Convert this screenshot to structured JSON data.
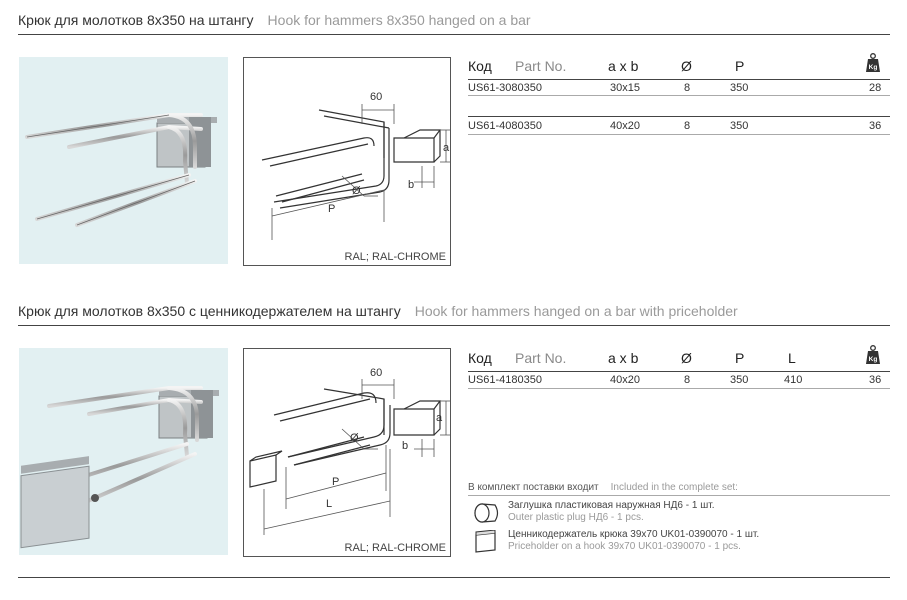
{
  "section1": {
    "title_ru": "Крюк для молотков 8х350 на штангу",
    "title_en": "Hook for hammers 8x350 hanged on a bar",
    "drawing": {
      "dim_top": "60",
      "dim_a": "a",
      "dim_b": "b",
      "dim_diam": "Ø",
      "dim_p": "P",
      "ral": "RAL; RAL-CHROME"
    },
    "table": {
      "headers": {
        "kod": "Код",
        "part": "Part No.",
        "axb": "a x b",
        "diam": "Ø",
        "p": "P",
        "weight_icon": "kg-weight-icon",
        "weight_label": "Kg"
      },
      "rows": [
        {
          "code": "US61-3080350",
          "axb": "30x15",
          "diam": "8",
          "p": "350",
          "qty": "28"
        },
        {
          "code": "US61-4080350",
          "axb": "40x20",
          "diam": "8",
          "p": "350",
          "qty": "36"
        }
      ]
    }
  },
  "section2": {
    "title_ru": "Крюк для молотков 8х350 с ценникодержателем на штангу",
    "title_en": "Hook for hammers hanged on a bar with priceholder",
    "drawing": {
      "dim_top": "60",
      "dim_a": "a",
      "dim_b": "b",
      "dim_diam": "Ø",
      "dim_p": "P",
      "dim_l": "L",
      "ral": "RAL; RAL-CHROME"
    },
    "table": {
      "headers": {
        "kod": "Код",
        "part": "Part No.",
        "axb": "a x b",
        "diam": "Ø",
        "p": "P",
        "l": "L",
        "weight_icon": "kg-weight-icon",
        "weight_label": "Kg"
      },
      "rows": [
        {
          "code": "US61-4180350",
          "axb": "40x20",
          "diam": "8",
          "p": "350",
          "l": "410",
          "qty": "36"
        }
      ]
    },
    "included": {
      "head_ru": "В комплект поставки входит",
      "head_en": "Included in the complete set:",
      "items": [
        {
          "icon": "plug-icon",
          "ru": "Заглушка пластиковая наружная НД6 - 1 шт.",
          "en": "Outer plastic plug НД6 - 1 pcs."
        },
        {
          "icon": "priceholder-icon",
          "ru": "Ценникодержатель крюка 39х70  UK01-0390070 - 1 шт.",
          "en": "Priceholder on a hook 39x70  UK01-0390070 - 1 pcs."
        }
      ]
    }
  }
}
